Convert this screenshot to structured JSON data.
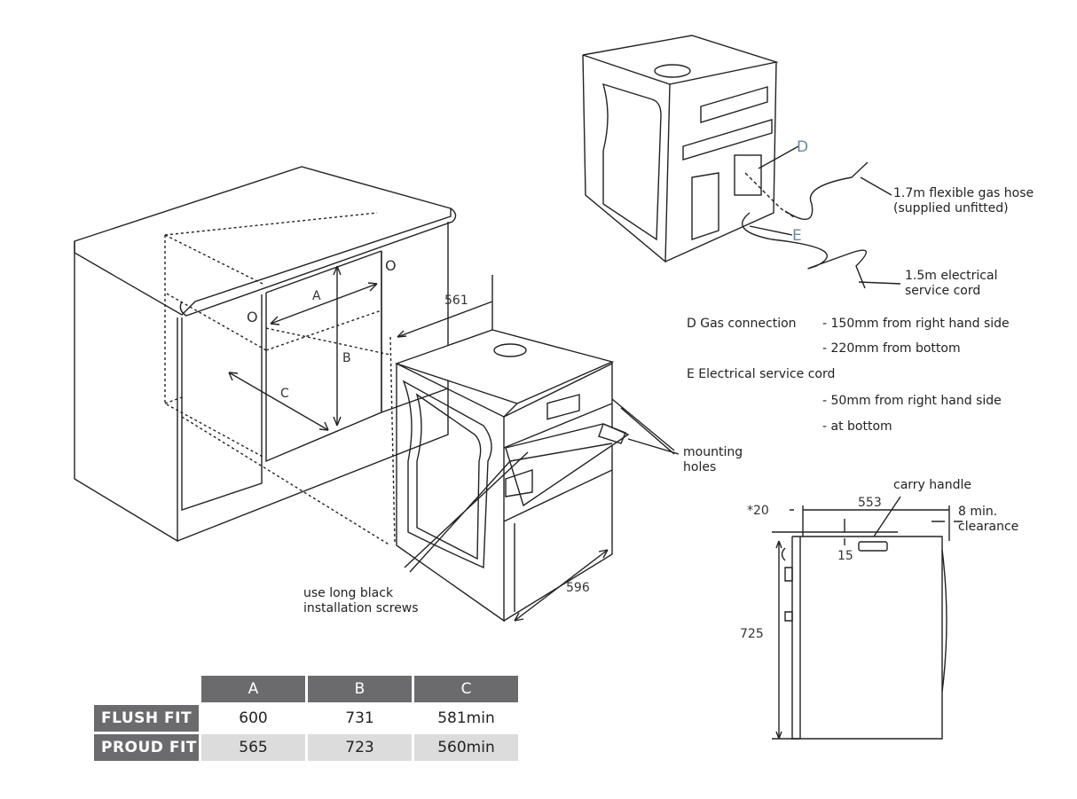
{
  "cabinet_labels": {
    "A": "A",
    "B": "B",
    "C": "C",
    "hole_left": "O",
    "hole_right": "O"
  },
  "oven_front": {
    "depth_dim": "561",
    "width_dim": "596",
    "mounting_holes": "mounting\nholes",
    "screws_note": "use long black\ninstallation screws"
  },
  "oven_back": {
    "D": "D",
    "E": "E",
    "gas_hose": "1.7m flexible gas hose\n(supplied unfitted)",
    "electrical_cord": "1.5m electrical\nservice cord"
  },
  "notes": {
    "d_title": "D Gas connection",
    "d_1": "- 150mm from right hand side",
    "d_2": "- 220mm from bottom",
    "e_title": "E Electrical service cord",
    "e_1": "- 50mm from right hand side",
    "e_2": "- at bottom"
  },
  "side_view": {
    "carry_handle": "carry handle",
    "front_dim": "*20",
    "depth_dim": "553",
    "clearance": "8 min.\nclearance",
    "handle_offset": "15",
    "height_dim": "725"
  },
  "table": {
    "headers": [
      "A",
      "B",
      "C"
    ],
    "rows": [
      {
        "label": "FLUSH FIT",
        "values": [
          "600",
          "731",
          "581min"
        ]
      },
      {
        "label": "PROUD FIT",
        "values": [
          "565",
          "723",
          "560min"
        ]
      }
    ]
  }
}
